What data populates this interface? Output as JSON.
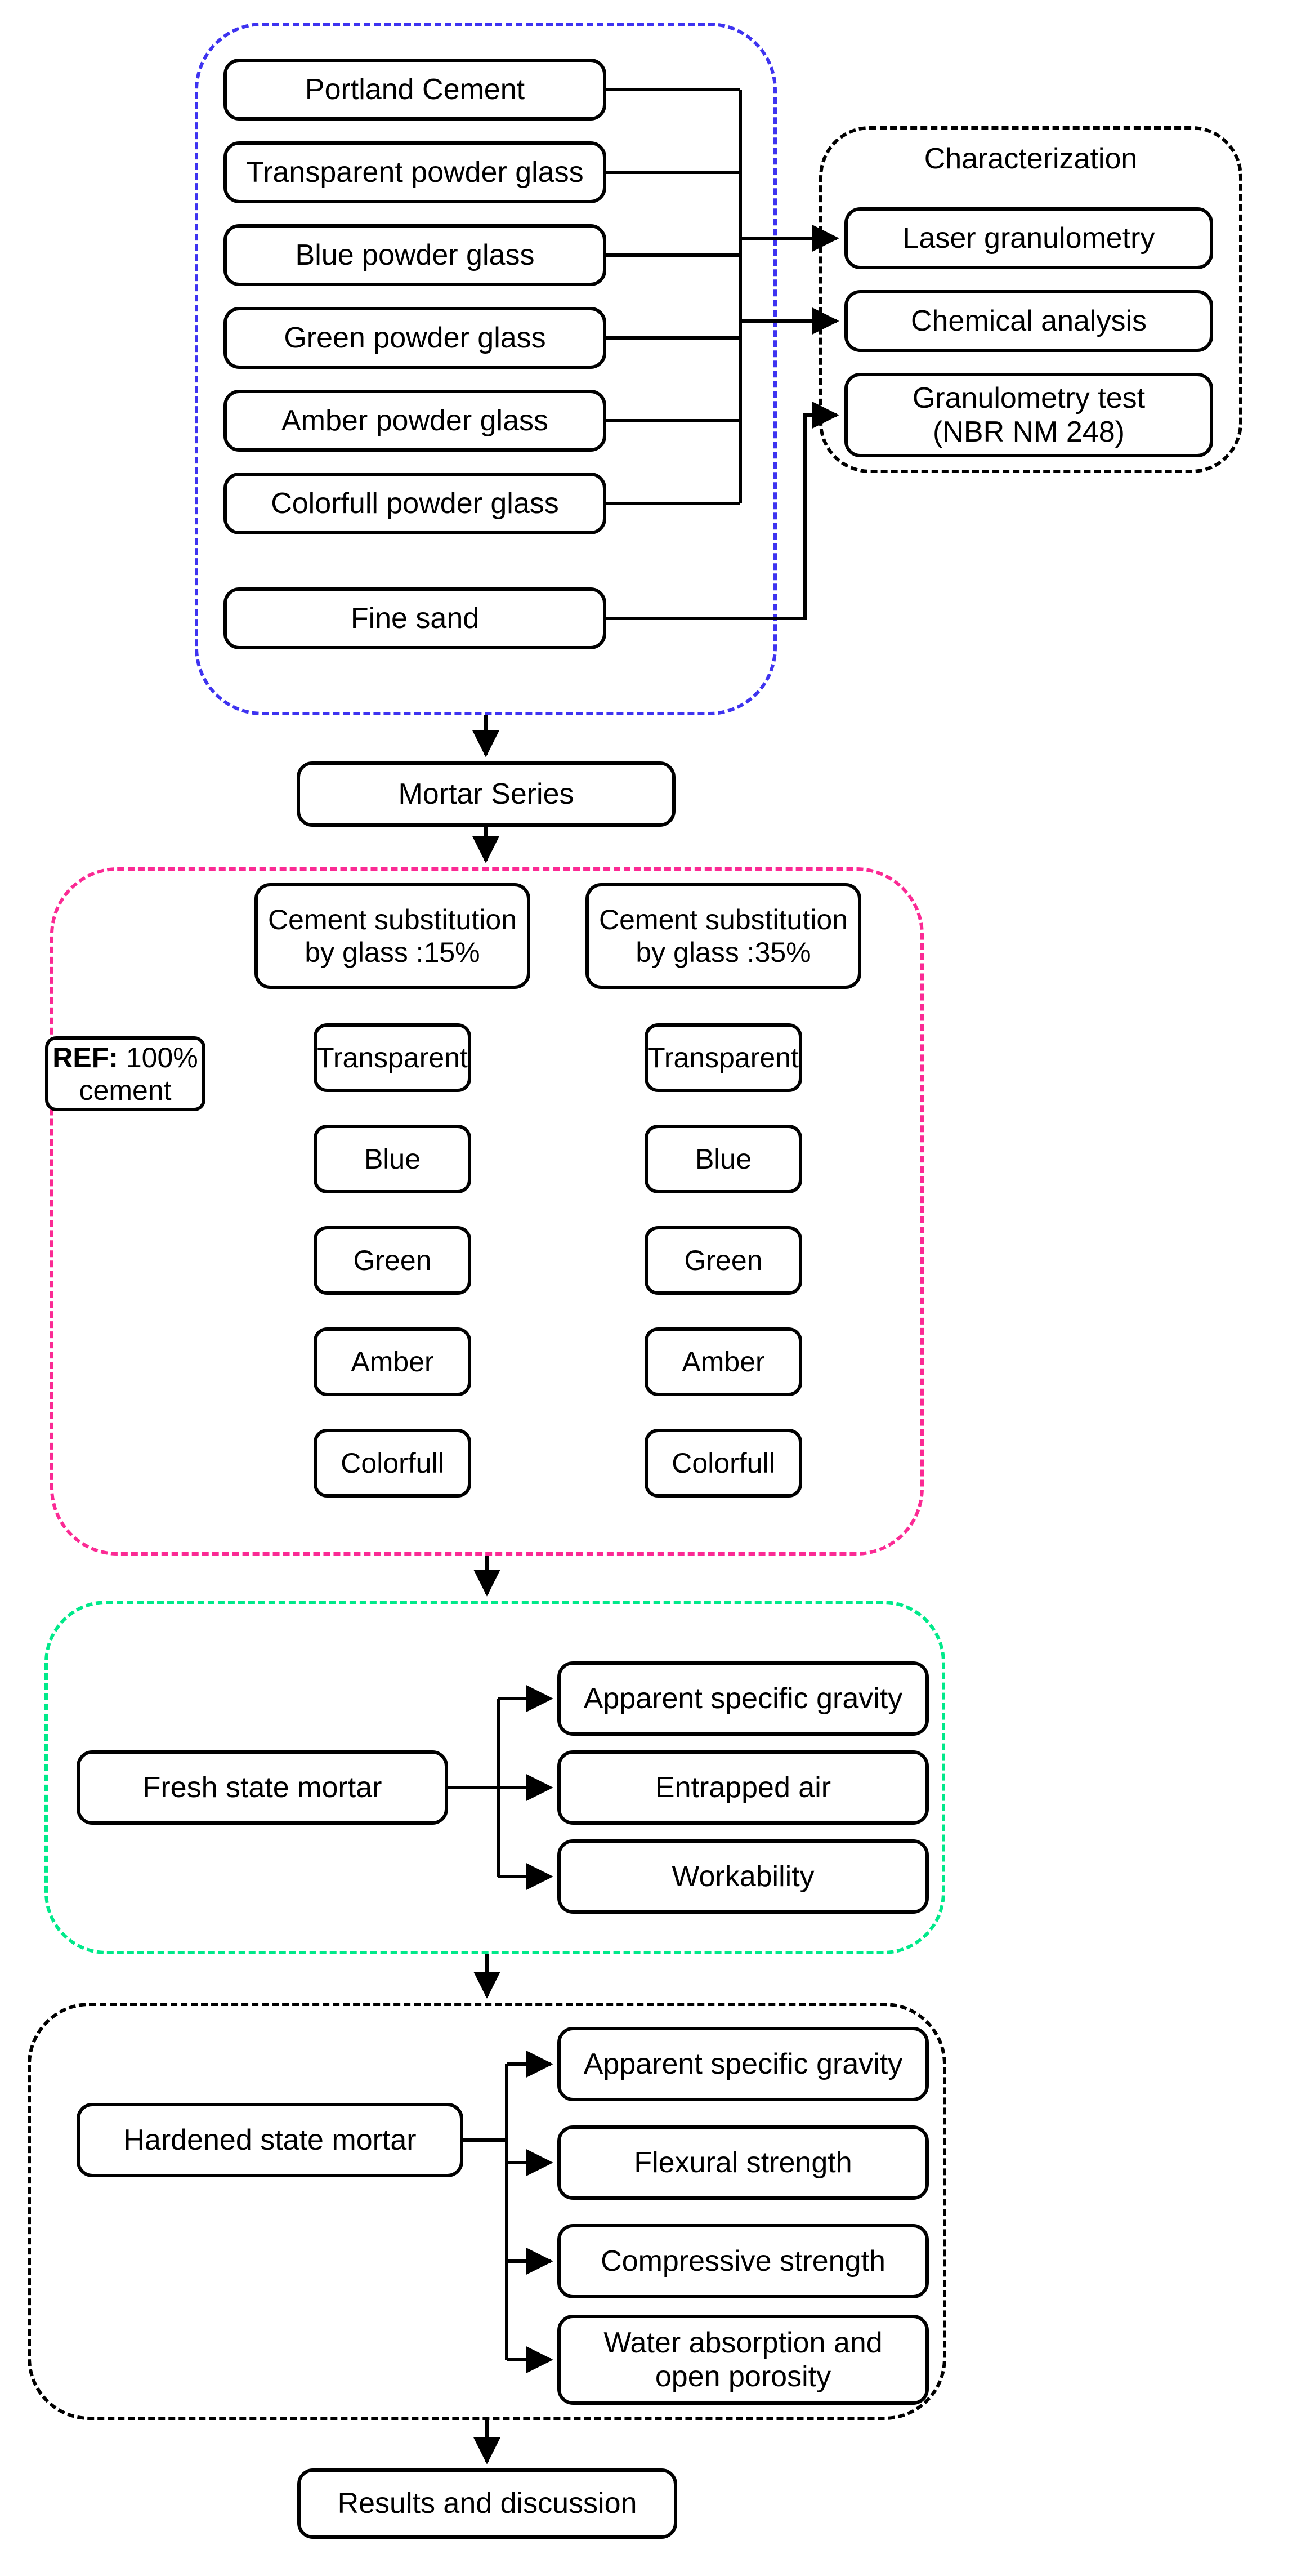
{
  "colors": {
    "blue": "#3E33F0",
    "pink": "#FB2A94",
    "green": "#00E98A",
    "line": "#000000",
    "box_fill": "#FFFFFF"
  },
  "materials": {
    "boxes": [
      "Portland Cement",
      "Transparent powder glass",
      "Blue powder glass",
      "Green powder glass",
      "Amber powder glass",
      "Colorfull powder glass",
      "Fine sand"
    ]
  },
  "characterization": {
    "title": "Characterization",
    "box1": "Laser granulometry",
    "box2": "Chemical analysis",
    "box3_line1": "Granulometry test",
    "box3_line2": "(NBR NM 248)"
  },
  "mortar_series": "Mortar Series",
  "series": {
    "ref_line1_bold": "REF:",
    "ref_line1_rest": " 100%",
    "ref_line2": "cement",
    "col15_title_line1": "Cement substitution",
    "col15_title_line2": "by glass :15%",
    "col35_title_line1": "Cement substitution",
    "col35_title_line2": "by glass :35%",
    "col15_items": [
      "Transparent",
      "Blue",
      "Green",
      "Amber",
      "Colorfull"
    ],
    "col35_items": [
      "Transparent",
      "Blue",
      "Green",
      "Amber",
      "Colorfull"
    ]
  },
  "fresh": {
    "source": "Fresh state mortar",
    "tests": [
      "Apparent specific gravity",
      "Entrapped air",
      "Workability"
    ]
  },
  "hardened": {
    "source": "Hardened state mortar",
    "test1": "Apparent specific gravity",
    "test2": "Flexural strength",
    "test3": "Compressive strength",
    "test4_line1": "Water absorption and",
    "test4_line2": "open porosity"
  },
  "results": "Results and discussion"
}
